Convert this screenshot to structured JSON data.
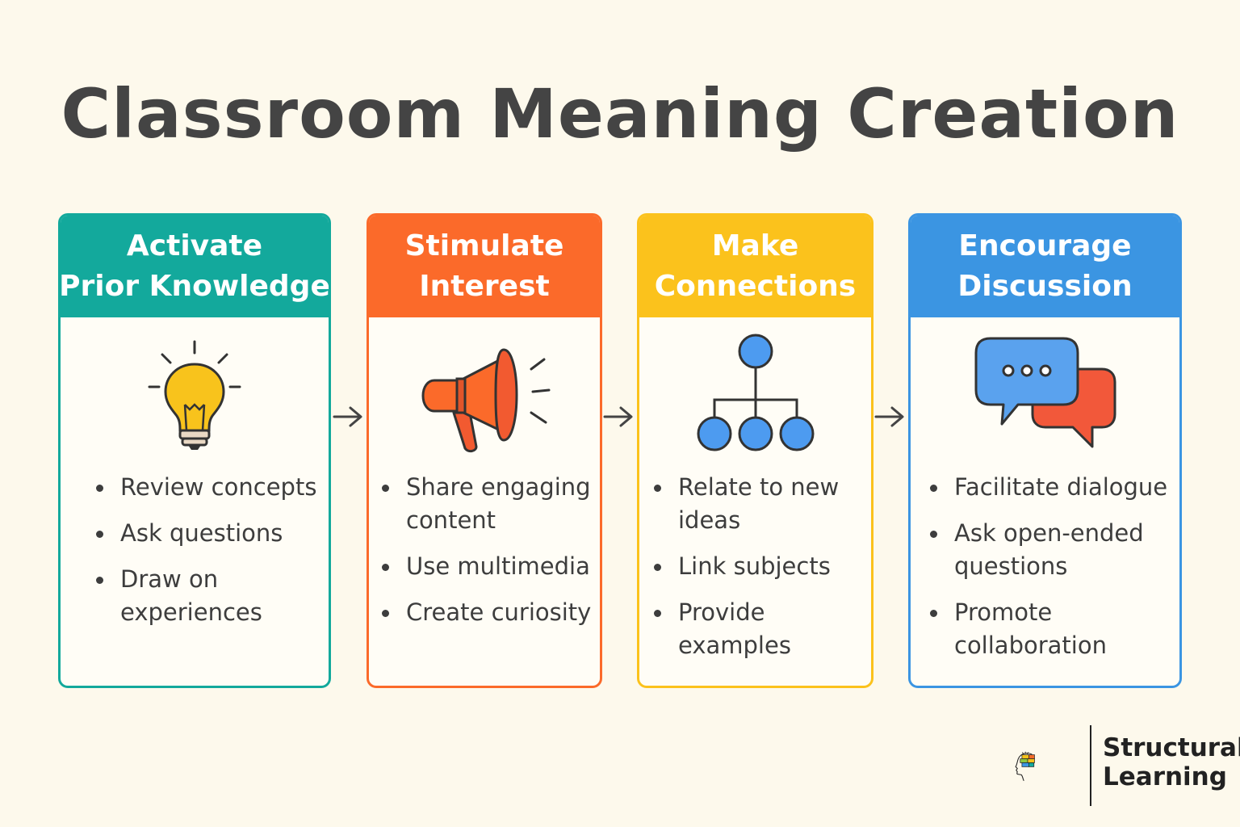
{
  "title": "Classroom Meaning Creation",
  "cards": [
    {
      "color": "#13a99c",
      "header": [
        "Activate",
        "Prior Knowledge"
      ],
      "icon": "lightbulb-icon",
      "bullets": [
        "Review concepts",
        "Ask questions",
        "Draw on\nexperiences"
      ]
    },
    {
      "color": "#fb6a2a",
      "header": [
        "Stimulate",
        "Interest"
      ],
      "icon": "megaphone-icon",
      "bullets": [
        "Share engaging\ncontent",
        "Use multimedia",
        "Create curiosity"
      ]
    },
    {
      "color": "#fbc21c",
      "header": [
        "Make",
        "Connections"
      ],
      "icon": "network-icon",
      "bullets": [
        "Relate to new\nideas",
        "Link subjects",
        "Provide examples"
      ]
    },
    {
      "color": "#3b95e2",
      "header": [
        "Encourage",
        "Discussion"
      ],
      "icon": "chat-bubbles-icon",
      "bullets": [
        "Facilitate dialogue",
        "Ask open-ended\nquestions",
        "Promote\ncollaboration"
      ]
    }
  ],
  "logo": {
    "line1": "Structural",
    "line2": "Learning"
  }
}
